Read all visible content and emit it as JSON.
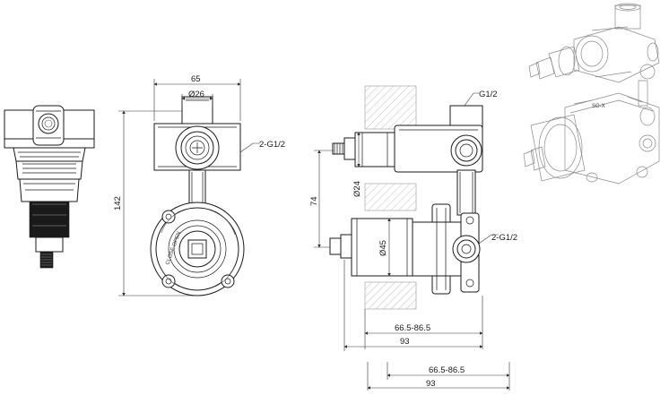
{
  "dimensions": {
    "width_65": "65",
    "dia_26": "Ø26",
    "thread_2g_front": "2-G1/2",
    "height_142": "142",
    "thread_g12_top": "G1/2",
    "offset_74": "74",
    "dia_24": "Ø24",
    "dia_45": "Ø45",
    "thread_2g_side": "2-G1/2",
    "range_1": "66.5-86.5",
    "depth_1": "93",
    "range_2": "66.5-86.5",
    "depth_2": "93"
  },
  "dial_text": "CLOSE OPEN"
}
